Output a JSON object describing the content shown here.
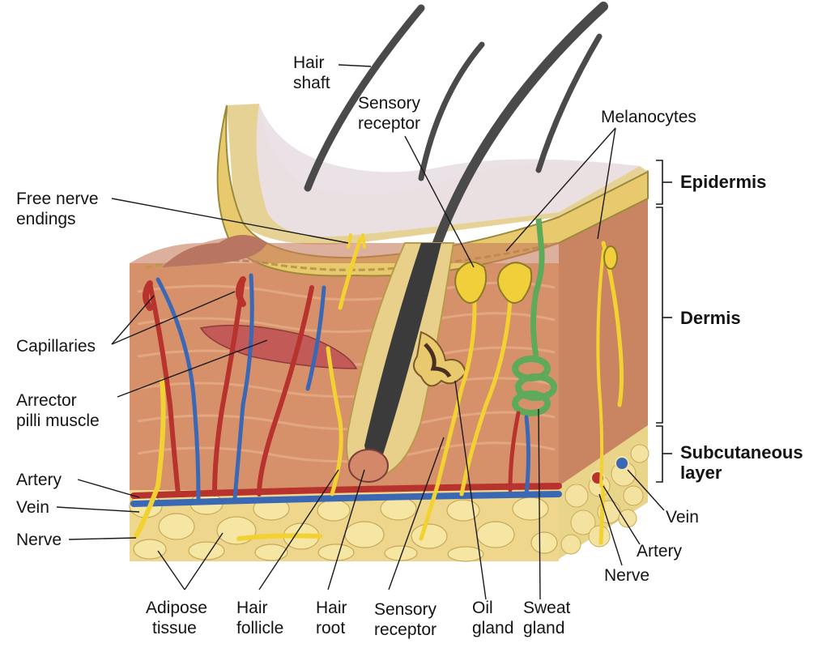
{
  "colors": {
    "background": "#ffffff",
    "epidermis": "#e9d58f",
    "dermis": "#d8936a",
    "adipose": "#f3e29a",
    "artery": "#b8332e",
    "vein": "#3b68b5",
    "nerve": "#f1d232",
    "hair": "#3a3a3a",
    "muscle": "#c25a58",
    "sweat_gland": "#6db565",
    "label_text": "#141414",
    "leader_line": "#1a1a1a"
  },
  "labels": {
    "hair_shaft": [
      "Hair",
      "shaft"
    ],
    "sensory_receptor_top": [
      "Sensory",
      "receptor"
    ],
    "melanocytes": "Melanocytes",
    "free_nerve_endings": [
      "Free nerve",
      "endings"
    ],
    "capillaries": "Capillaries",
    "arrector_pilli_muscle": [
      "Arrector",
      "pilli muscle"
    ],
    "artery_left": "Artery",
    "vein_left": "Vein",
    "nerve_left": "Nerve",
    "adipose_tissue": [
      "Adipose",
      "tissue"
    ],
    "hair_follicle": [
      "Hair",
      "follicle"
    ],
    "hair_root": [
      "Hair",
      "root"
    ],
    "sensory_receptor_bottom": [
      "Sensory",
      "receptor"
    ],
    "oil_gland": [
      "Oil",
      "gland"
    ],
    "sweat_gland": [
      "Sweat",
      "gland"
    ],
    "vein_right": "Vein",
    "artery_right": "Artery",
    "nerve_right": "Nerve"
  },
  "layers": {
    "epidermis": "Epidermis",
    "dermis": "Dermis",
    "subcutaneous": [
      "Subcutaneous",
      "layer"
    ]
  },
  "icons": {
    "illustration": "skin-cross-section-icon"
  }
}
